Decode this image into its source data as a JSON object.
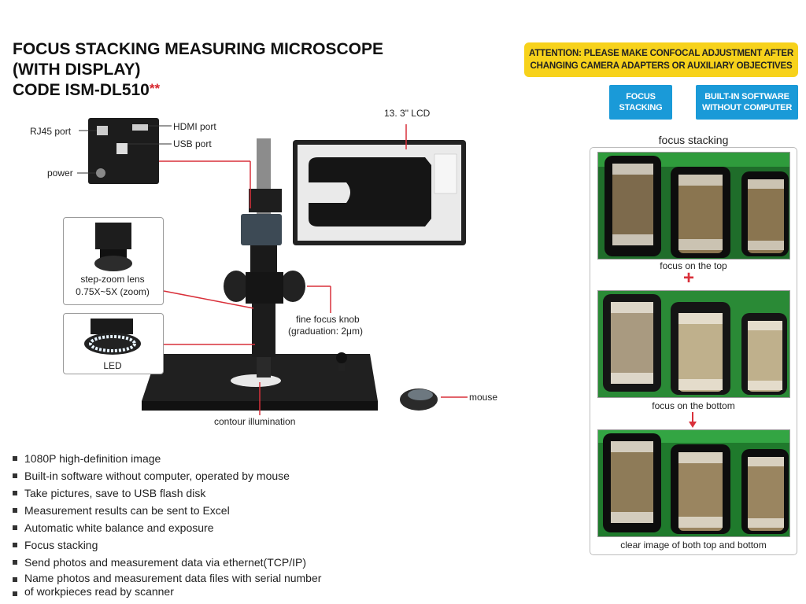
{
  "title": {
    "line1": "FOCUS STACKING MEASURING MICROSCOPE",
    "line2": "(WITH DISPLAY)",
    "line3": "CODE ISM-DL510",
    "stars": "**"
  },
  "attention": {
    "line1": "ATTENTION: PLEASE MAKE CONFOCAL ADJUSTMENT AFTER",
    "line2": "CHANGING CAMERA ADAPTERS OR AUXILIARY OBJECTIVES"
  },
  "badges": {
    "focus_line1": "FOCUS",
    "focus_line2": "STACKING",
    "software_line1": "BUILT-IN SOFTWARE",
    "software_line2": "WITHOUT COMPUTER"
  },
  "ports": {
    "rj45": "RJ45 port",
    "hdmi": "HDMI port",
    "usb": "USB port",
    "power": "power"
  },
  "labels": {
    "lcd": "13. 3\" LCD",
    "step_zoom_1": "step-zoom lens",
    "step_zoom_2": "0.75X~5X (zoom)",
    "led": "LED",
    "fine_focus_1": "fine focus knob",
    "fine_focus_2": "(graduation: 2μm)",
    "contour": "contour illumination",
    "mouse": "mouse"
  },
  "focus_stacking": {
    "title": "focus stacking",
    "top_caption": "focus on the top",
    "bottom_caption": "focus on the bottom",
    "result_caption": "clear  image of both top and bottom"
  },
  "features": [
    "1080P high-definition image",
    "Built-in software without computer, operated by mouse",
    "Take pictures, save to USB flash disk",
    "Measurement results can be sent to Excel",
    "Automatic white balance and exposure",
    "Focus stacking",
    "Send photos and measurement data via ethernet(TCP/IP)",
    "Name photos and measurement data files with serial number",
    "of workpieces read by scanner"
  ],
  "colors": {
    "accent_red": "#d9303a",
    "attention_yellow": "#f7d21b",
    "badge_blue": "#1a9ad8"
  }
}
